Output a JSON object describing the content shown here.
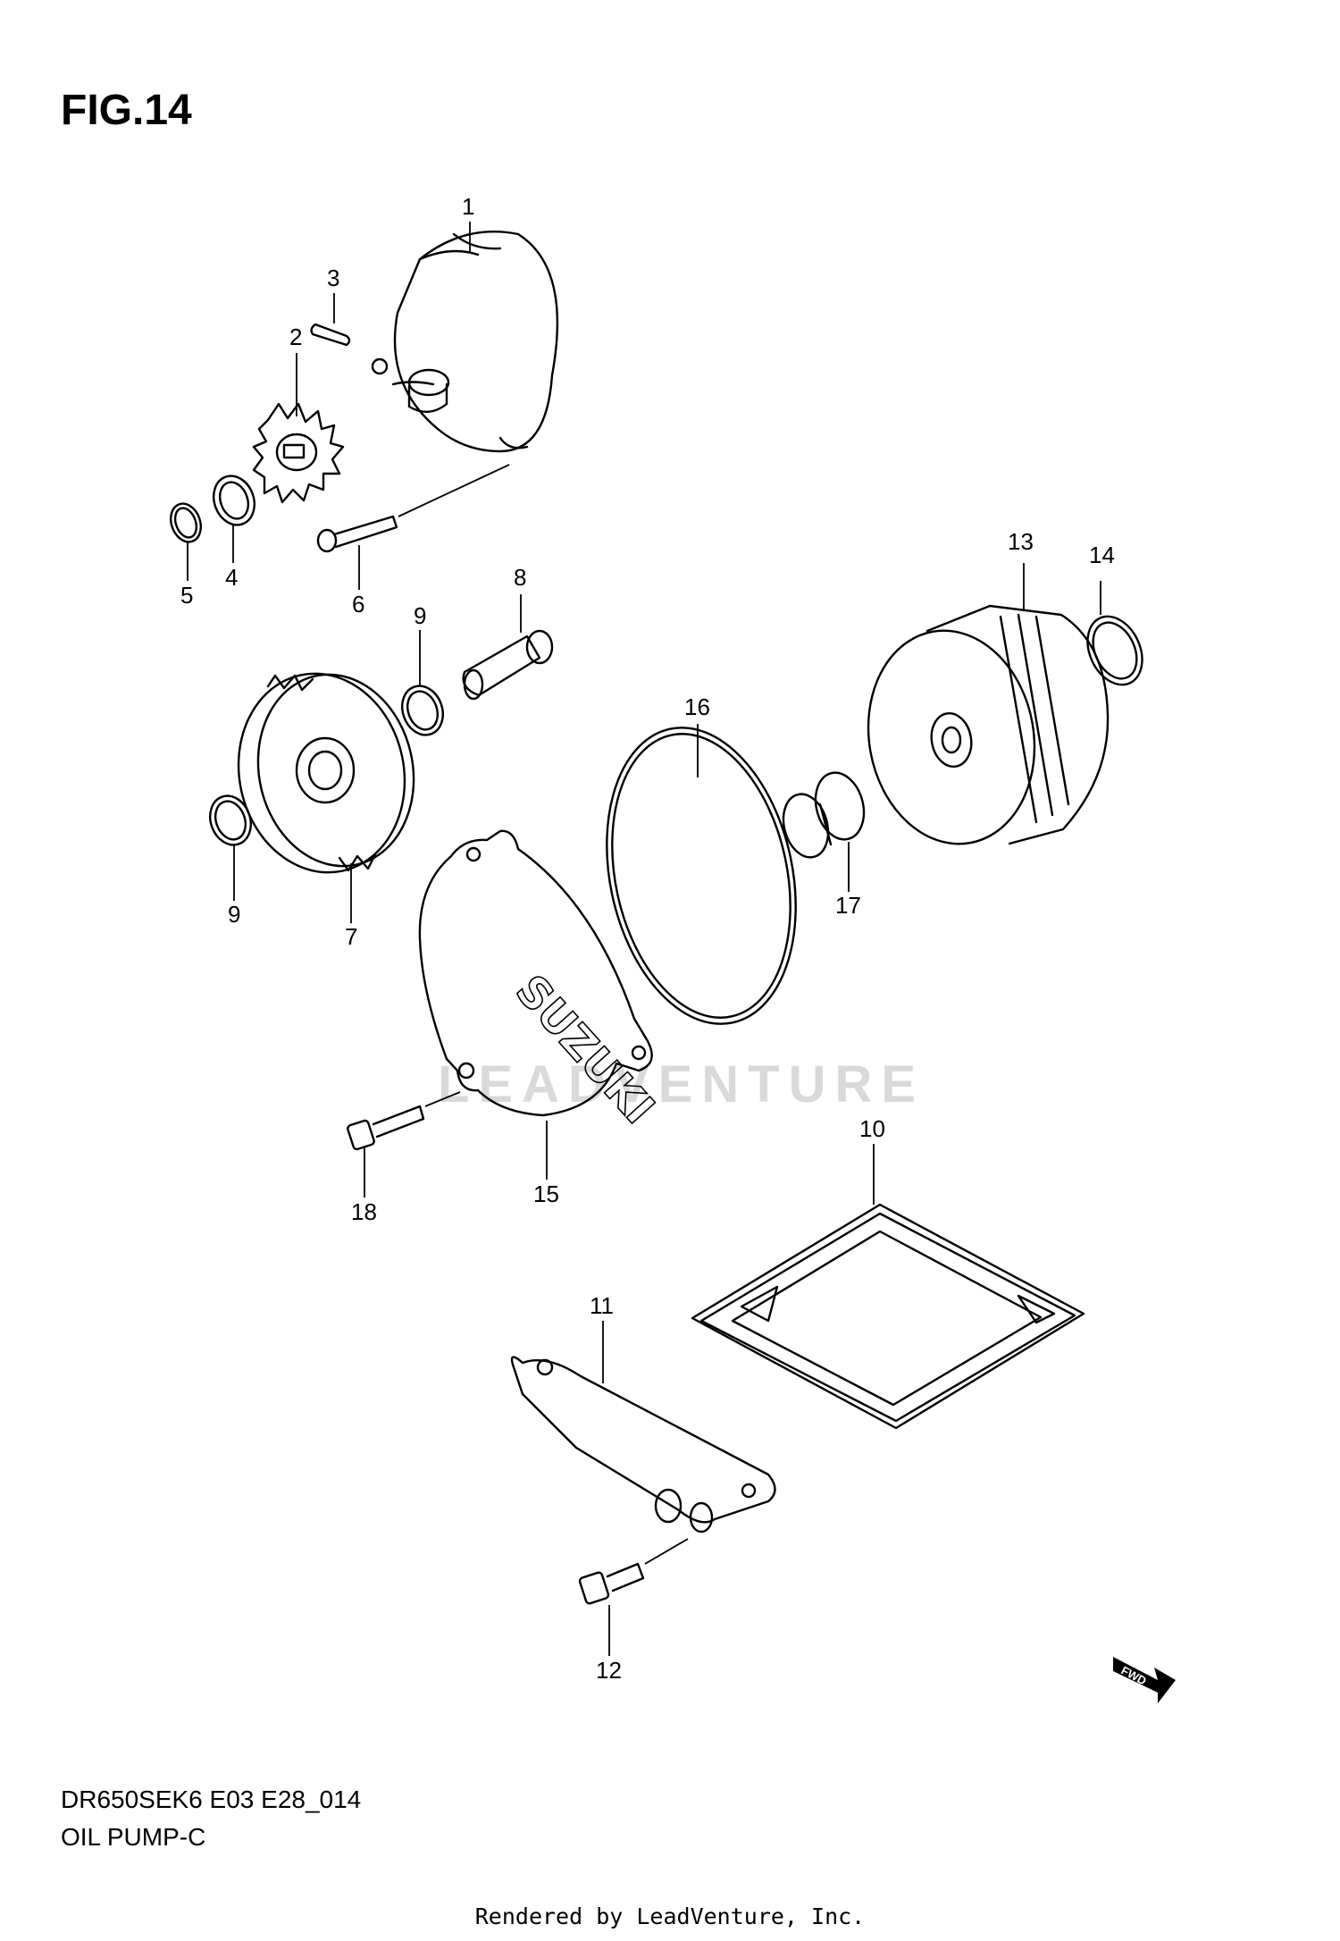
{
  "figure": {
    "title": "FIG.14",
    "model_code": "DR650SEK6 E03 E28_014",
    "section_name": "OIL PUMP-C"
  },
  "watermark": {
    "text": "LEADVENTURE"
  },
  "footer": {
    "rendered_by": "Rendered by LeadVenture, Inc."
  },
  "fwd_badge": {
    "text": "FWD"
  },
  "cover_logo": {
    "text": "SUZUKI"
  },
  "callouts": [
    {
      "id": "1",
      "label": "1"
    },
    {
      "id": "2",
      "label": "2"
    },
    {
      "id": "3",
      "label": "3"
    },
    {
      "id": "4",
      "label": "4"
    },
    {
      "id": "5",
      "label": "5"
    },
    {
      "id": "6",
      "label": "6"
    },
    {
      "id": "7",
      "label": "7"
    },
    {
      "id": "8",
      "label": "8"
    },
    {
      "id": "9a",
      "label": "9"
    },
    {
      "id": "9b",
      "label": "9"
    },
    {
      "id": "10",
      "label": "10"
    },
    {
      "id": "11",
      "label": "11"
    },
    {
      "id": "12",
      "label": "12"
    },
    {
      "id": "13",
      "label": "13"
    },
    {
      "id": "14",
      "label": "14"
    },
    {
      "id": "15",
      "label": "15"
    },
    {
      "id": "16",
      "label": "16"
    },
    {
      "id": "17",
      "label": "17"
    },
    {
      "id": "18",
      "label": "18"
    }
  ]
}
